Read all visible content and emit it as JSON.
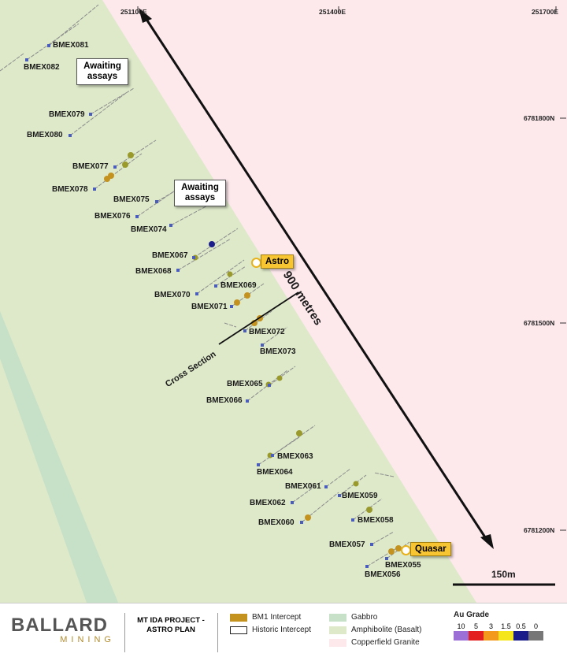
{
  "grid": {
    "eastings": [
      "251100E",
      "251400E",
      "251700E"
    ],
    "northings": [
      "6781800N",
      "6781500N",
      "6781200N"
    ]
  },
  "drillholes": [
    "BMEX081",
    "BMEX082",
    "BMEX079",
    "BMEX080",
    "BMEX077",
    "BMEX078",
    "BMEX075",
    "BMEX076",
    "BMEX074",
    "BMEX067",
    "BMEX068",
    "BMEX069",
    "BMEX070",
    "BMEX071",
    "BMEX072",
    "BMEX073",
    "BMEX065",
    "BMEX066",
    "BMEX063",
    "BMEX064",
    "BMEX061",
    "BMEX062",
    "BMEX059",
    "BMEX060",
    "BMEX058",
    "BMEX057",
    "BMEX055",
    "BMEX056"
  ],
  "callouts": {
    "awaiting_1": "Awaiting assays",
    "awaiting_2": "Awaiting assays"
  },
  "prospects": {
    "astro": "Astro",
    "quasar": "Quasar"
  },
  "annotations": {
    "distance": "900 metres",
    "cross_section": "Cross Section",
    "scale": "150m"
  },
  "legend": {
    "logo_main": "BALLARD",
    "logo_sub": "MINING",
    "project_title": "MT IDA PROJECT - ASTRO PLAN",
    "intercepts": {
      "bm1": "BM1 Intercept",
      "historic": "Historic Intercept"
    },
    "geology": {
      "gabbro": "Gabbro",
      "amphibolite": "Amphibolite (Basalt)",
      "granite": "Copperfield Granite"
    },
    "au_grade": {
      "title": "Au Grade",
      "values": [
        "10",
        "5",
        "3",
        "1.5",
        "0.5",
        "0"
      ],
      "colors": [
        "#9b6fd6",
        "#e3201f",
        "#f39a1d",
        "#f5e51b",
        "#1b1d8a",
        "#777777"
      ]
    }
  },
  "colors": {
    "amphibolite": "#dde9c9",
    "gabbro": "#c7e0c8",
    "granite": "#fde8ec",
    "collar": "#4a5dbd",
    "intercept_olive": "#9a9a2c",
    "intercept_gold": "#c4921f"
  }
}
